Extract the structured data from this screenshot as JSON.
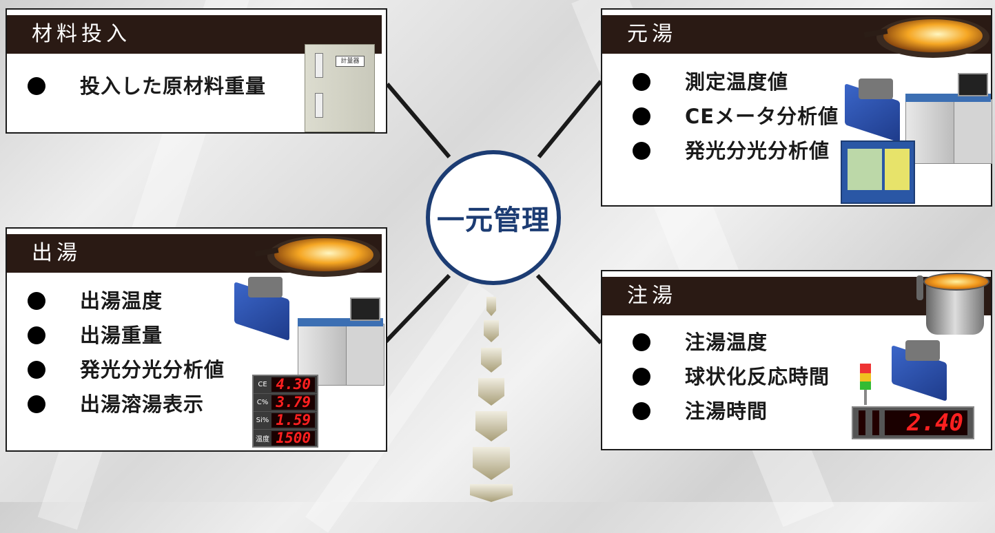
{
  "center": {
    "label": "一元管理"
  },
  "panels": {
    "material": {
      "title": "材料投入",
      "items": [
        "投入した原材料重量"
      ],
      "device_label": "計量器"
    },
    "base_melt": {
      "title": "元湯",
      "items": [
        "測定温度値",
        "CEメータ分析値",
        "発光分光分析値"
      ]
    },
    "tapping": {
      "title": "出湯",
      "items": [
        "出湯温度",
        "出湯重量",
        "発光分光分析値",
        "出湯溶湯表示"
      ],
      "display": [
        {
          "label": "CE",
          "value": "4.30"
        },
        {
          "label": "C%",
          "value": "3.79"
        },
        {
          "label": "Si%",
          "value": "1.59"
        },
        {
          "label": "温度",
          "value": "1500"
        }
      ]
    },
    "pouring": {
      "title": "注湯",
      "items": [
        "注湯温度",
        "球状化反応時間",
        "注湯時間"
      ],
      "timer_value": "2.40"
    }
  },
  "colors": {
    "accent": "#1c3c73",
    "header": "#2a1a14",
    "arrow": "#b3aa85"
  },
  "icons": [
    "ladle-icon",
    "spectrometer-icon",
    "ce-meter-icon",
    "control-box-icon",
    "signal-tower-icon",
    "bucket-ladle-icon"
  ]
}
